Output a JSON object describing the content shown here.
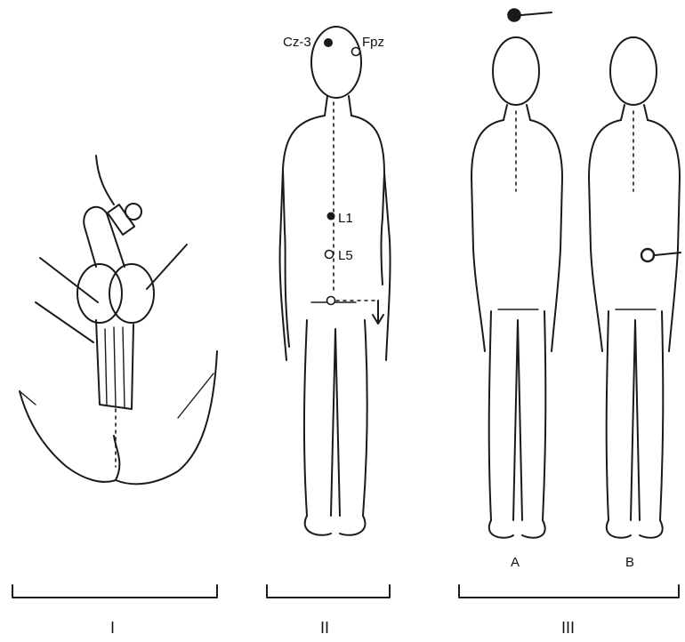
{
  "panels": {
    "one": {
      "label": "I"
    },
    "two": {
      "label": "II",
      "electrodes": {
        "vertex": "Cz-3",
        "forehead": "Fpz",
        "upper_back": "L1",
        "lower_back": "L5"
      }
    },
    "three": {
      "label": "III",
      "figure_a": "A",
      "figure_b": "B"
    }
  }
}
